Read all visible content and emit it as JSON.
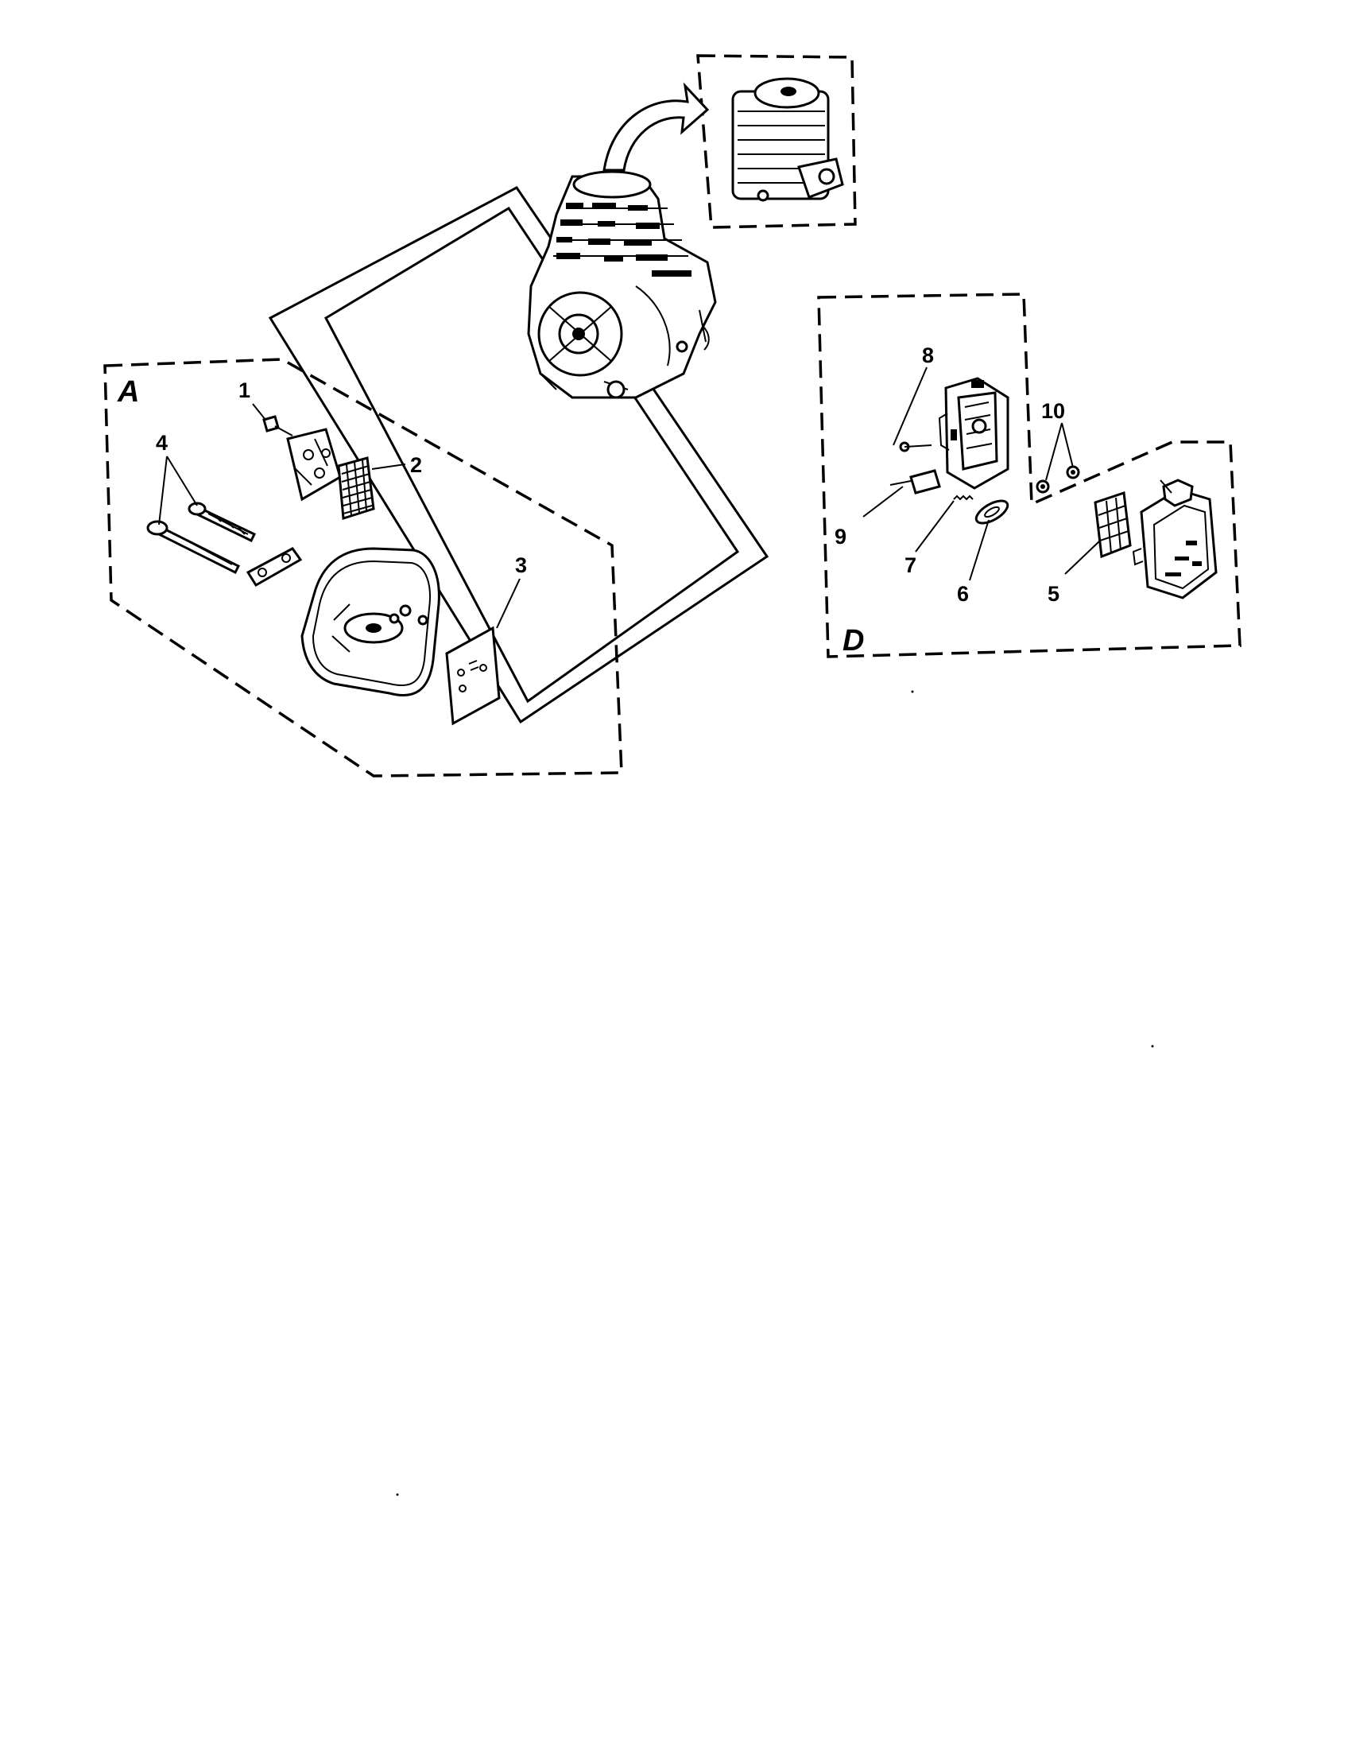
{
  "diagram": {
    "sections": [
      {
        "id": "A",
        "label": "A"
      },
      {
        "id": "D",
        "label": "D"
      }
    ],
    "callouts": [
      {
        "number": "1",
        "label": "1"
      },
      {
        "number": "2",
        "label": "2"
      },
      {
        "number": "3",
        "label": "3"
      },
      {
        "number": "4",
        "label": "4"
      },
      {
        "number": "5",
        "label": "5"
      },
      {
        "number": "6",
        "label": "6"
      },
      {
        "number": "7",
        "label": "7"
      },
      {
        "number": "8",
        "label": "8"
      },
      {
        "number": "9",
        "label": "9"
      },
      {
        "number": "10",
        "label": "10"
      }
    ],
    "colors": {
      "ink": "#000000",
      "paper": "#ffffff"
    }
  }
}
